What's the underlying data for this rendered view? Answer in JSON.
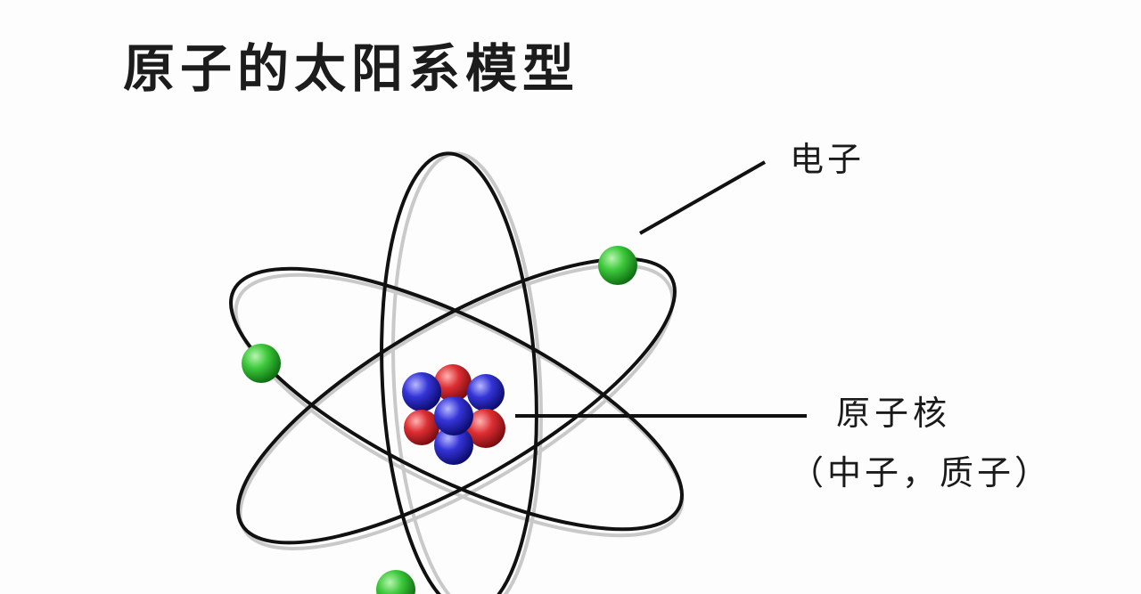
{
  "title": "原子的太阳系模型",
  "labels": {
    "electron": "电子",
    "nucleus": "原子核",
    "nucleus_parts": "（中子，质子）"
  },
  "colors": {
    "orbit": "#111111",
    "orbit_shadow": "#c8c8c8",
    "electron": "#2db82d",
    "proton": "#d6262a",
    "neutron": "#2a2ad6",
    "background": "#fdfdfd"
  },
  "icons": {
    "electron": "green-sphere",
    "proton": "red-sphere",
    "neutron": "blue-sphere"
  }
}
